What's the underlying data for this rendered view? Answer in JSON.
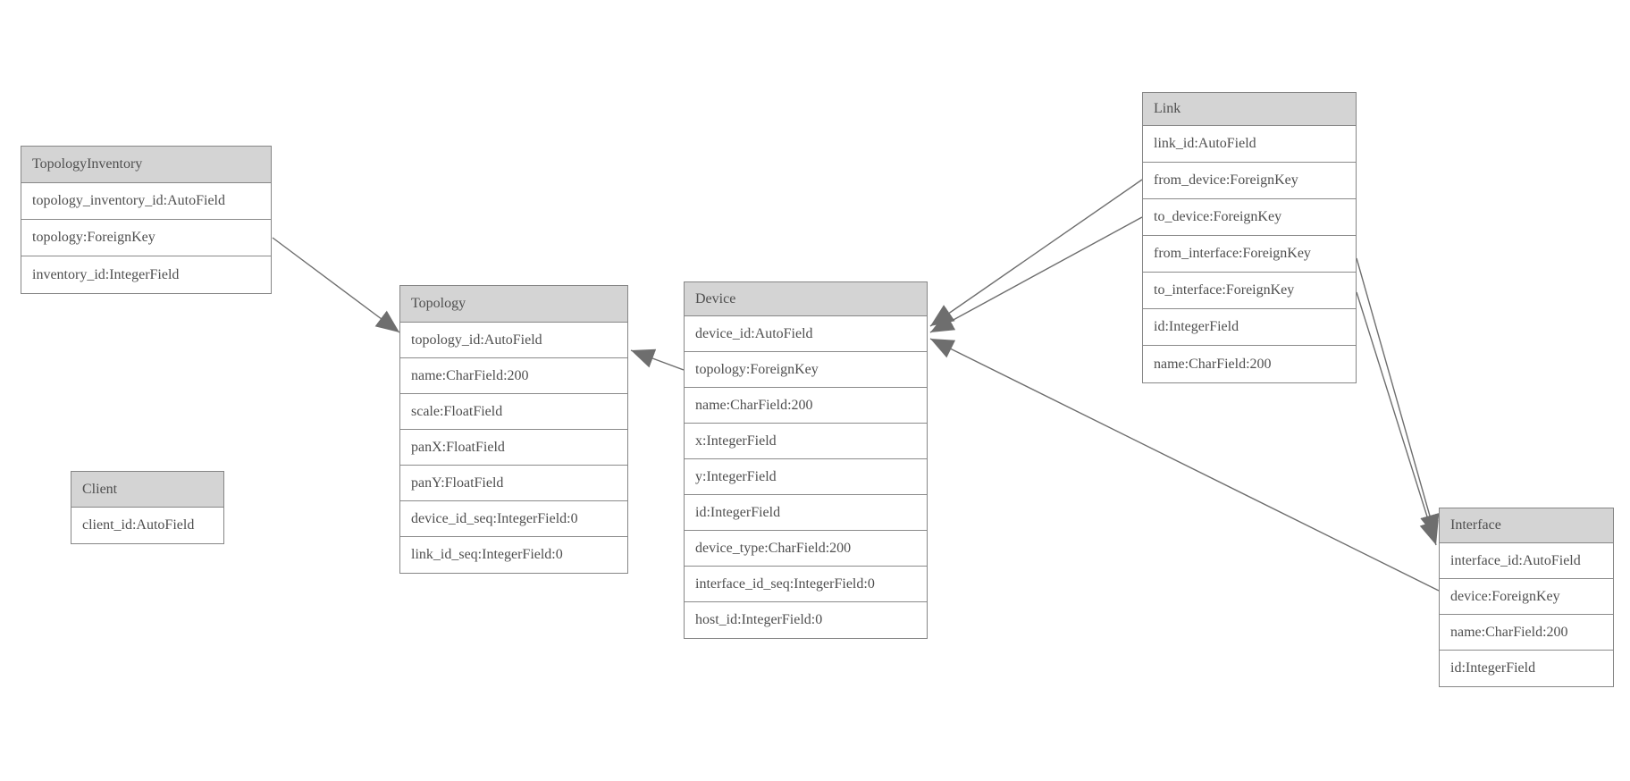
{
  "diagram": {
    "kind": "django-model-er-diagram",
    "colors": {
      "background": "#ffffff",
      "header_fill": "#d4d4d4",
      "row_fill": "#ffffff",
      "border": "#868686",
      "edge_line": "#6e6e6e",
      "arrowhead_fill": "#6e6e6e",
      "text": "#4f4f4f"
    },
    "entities": [
      {
        "name": "TopologyInventory",
        "fields": [
          "topology_inventory_id:AutoField",
          "topology:ForeignKey",
          "inventory_id:IntegerField"
        ]
      },
      {
        "name": "Topology",
        "fields": [
          "topology_id:AutoField",
          "name:CharField:200",
          "scale:FloatField",
          "panX:FloatField",
          "panY:FloatField",
          "device_id_seq:IntegerField:0",
          "link_id_seq:IntegerField:0"
        ]
      },
      {
        "name": "Client",
        "fields": [
          "client_id:AutoField"
        ]
      },
      {
        "name": "Device",
        "fields": [
          "device_id:AutoField",
          "topology:ForeignKey",
          "name:CharField:200",
          "x:IntegerField",
          "y:IntegerField",
          "id:IntegerField",
          "device_type:CharField:200",
          "interface_id_seq:IntegerField:0",
          "host_id:IntegerField:0"
        ]
      },
      {
        "name": "Link",
        "fields": [
          "link_id:AutoField",
          "from_device:ForeignKey",
          "to_device:ForeignKey",
          "from_interface:ForeignKey",
          "to_interface:ForeignKey",
          "id:IntegerField",
          "name:CharField:200"
        ]
      },
      {
        "name": "Interface",
        "fields": [
          "interface_id:AutoField",
          "device:ForeignKey",
          "name:CharField:200",
          "id:IntegerField"
        ]
      }
    ],
    "relationships": [
      {
        "from": "TopologyInventory.topology",
        "to": "Topology"
      },
      {
        "from": "Device.topology",
        "to": "Topology"
      },
      {
        "from": "Link.from_device",
        "to": "Device"
      },
      {
        "from": "Link.to_device",
        "to": "Device"
      },
      {
        "from": "Link.from_interface",
        "to": "Interface"
      },
      {
        "from": "Link.to_interface",
        "to": "Interface"
      },
      {
        "from": "Interface.device",
        "to": "Device"
      }
    ]
  }
}
